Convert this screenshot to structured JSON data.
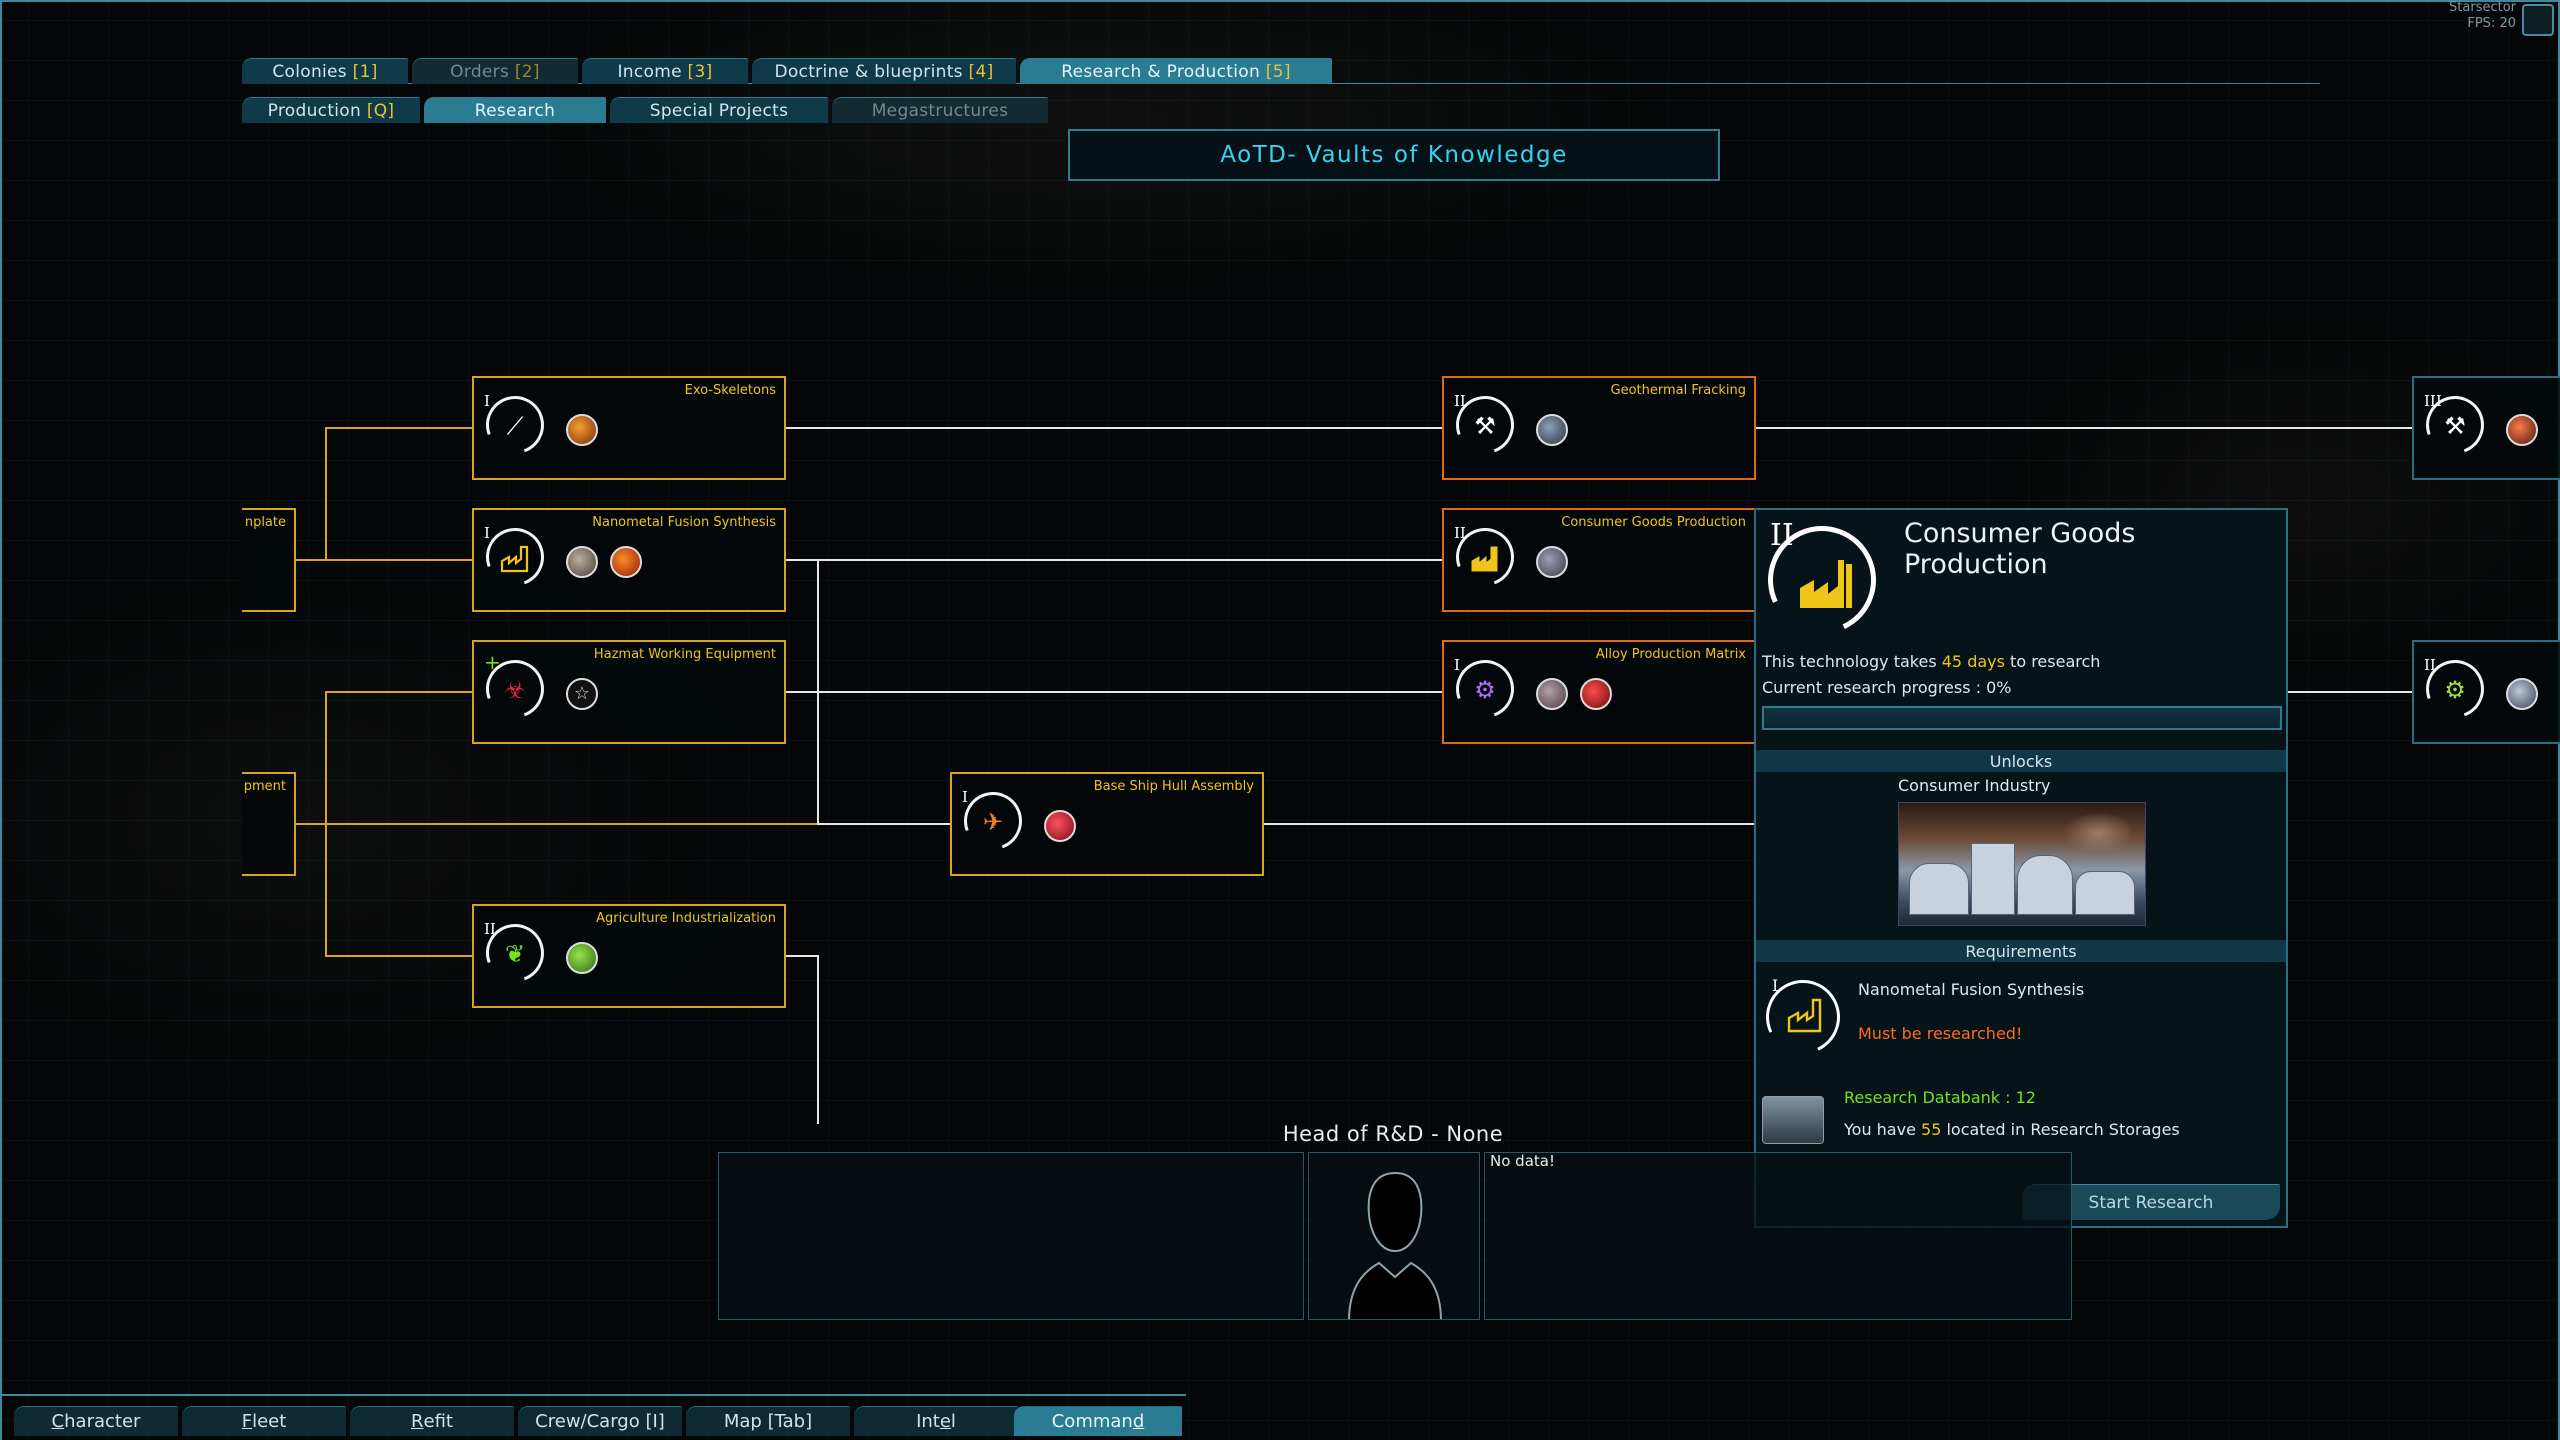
{
  "top_tabs": [
    {
      "label": "Colonies",
      "hotkey": "[1]",
      "state": "normal"
    },
    {
      "label": "Orders",
      "hotkey": "[2]",
      "state": "dim"
    },
    {
      "label": "Income",
      "hotkey": "[3]",
      "state": "normal"
    },
    {
      "label": "Doctrine & blueprints",
      "hotkey": "[4]",
      "state": "normal"
    },
    {
      "label": "Research & Production",
      "hotkey": "[5]",
      "state": "active"
    }
  ],
  "sub_tabs": [
    {
      "label": "Production",
      "hotkey": "[Q]",
      "state": "normal"
    },
    {
      "label": "Research",
      "state": "active"
    },
    {
      "label": "Special Projects",
      "state": "normal"
    },
    {
      "label": "Megastructures",
      "state": "dim"
    }
  ],
  "doc_title": "AoTD- Vaults of Knowledge",
  "tree": {
    "edge_labels": {
      "left_top": "nplate",
      "left_bottom": "pment"
    },
    "nodes": [
      {
        "id": "exo",
        "title": "Exo-Skeletons",
        "tier": "I"
      },
      {
        "id": "nano",
        "title": "Nanometal Fusion Synthesis",
        "tier": "I"
      },
      {
        "id": "hazmat",
        "title": "Hazmat Working Equipment",
        "tier": "I"
      },
      {
        "id": "agri",
        "title": "Agriculture Industrialization",
        "tier": "II"
      },
      {
        "id": "hull",
        "title": "Base Ship Hull Assembly",
        "tier": "I"
      },
      {
        "id": "geo",
        "title": "Geothermal Fracking",
        "tier": "II"
      },
      {
        "id": "cgp",
        "title": "Consumer Goods Production",
        "tier": "II"
      },
      {
        "id": "alloy",
        "title": "Alloy Production Matrix",
        "tier": "I"
      },
      {
        "id": "r1",
        "title": "",
        "tier": "III"
      },
      {
        "id": "r2",
        "title": "",
        "tier": "II"
      }
    ]
  },
  "detail": {
    "tier": "II",
    "title": "Consumer Goods Production",
    "takes_prefix": "This technology takes ",
    "days": "45 days",
    "takes_suffix": " to research",
    "progress_label": "Current research progress : 0%",
    "progress_value": 0,
    "unlocks_header": "Unlocks",
    "unlock_name": "Consumer Industry",
    "requirements_header": "Requirements",
    "req_tier": "I",
    "req_name": "Nanometal Fusion Synthesis",
    "req_status": "Must be researched!",
    "databank_label": "Research Databank : 12",
    "have_prefix": "You have ",
    "have_count": "55",
    "have_suffix": " located in Research Storages",
    "start_button": "Start Research"
  },
  "head_rd": {
    "title": "Head of R&D - None",
    "no_data": "No data!"
  },
  "bottom_tabs": [
    {
      "pre": "",
      "u": "C",
      "post": "haracter",
      "state": "normal"
    },
    {
      "pre": "",
      "u": "F",
      "post": "leet",
      "state": "normal"
    },
    {
      "pre": "",
      "u": "R",
      "post": "efit",
      "state": "normal"
    },
    {
      "pre": "Crew/Cargo [I]",
      "u": "",
      "post": "",
      "state": "normal"
    },
    {
      "pre": "Map [Tab]",
      "u": "",
      "post": "",
      "state": "normal"
    },
    {
      "pre": "Int",
      "u": "e",
      "post": "l",
      "state": "normal"
    },
    {
      "pre": "Comman",
      "u": "d",
      "post": "",
      "state": "active"
    }
  ],
  "corner": {
    "game": "Starsector",
    "fps_label": "FPS:",
    "fps_value": "20"
  },
  "colors": {
    "accent": "#2a7c92",
    "node_border": "#d9a51b",
    "selected_border": "#e06a14",
    "title_cyan": "#35d3f0",
    "yellow": "#f0c51a",
    "warn": "#ff6a1f",
    "green": "#73e21e"
  }
}
